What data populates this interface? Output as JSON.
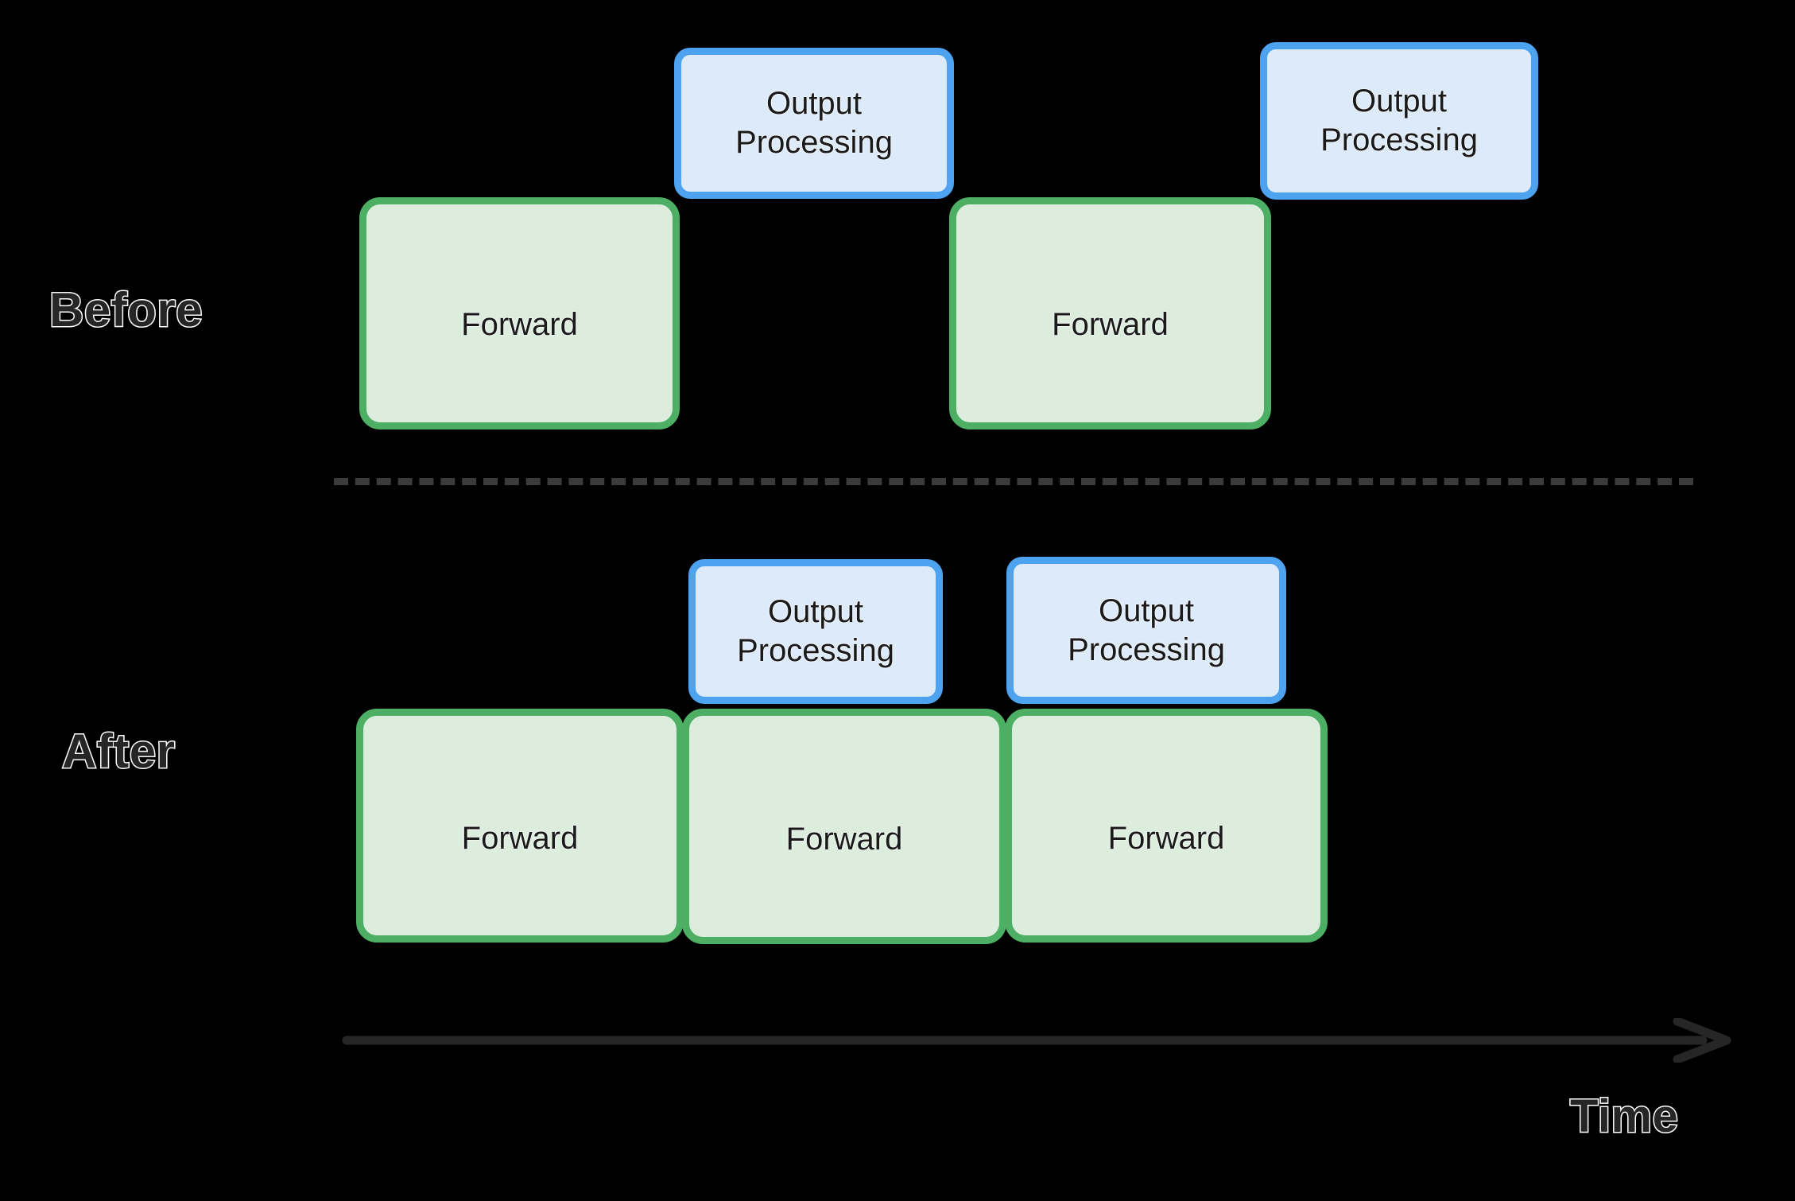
{
  "diagram": {
    "title": "Before and After output-processing overlap timeline",
    "background_color": "#000000",
    "labels": {
      "before": "Before",
      "after": "After",
      "time": "Time"
    },
    "colors": {
      "forward_fill": "#dcedde",
      "forward_border": "#4caf63",
      "output_fill": "#dceafa",
      "output_border": "#4da3f0",
      "divider": "#3b3b3b",
      "axis": "#262626",
      "label_text": "#262626",
      "label_outline": "#ffffff",
      "box_text": "#1a1a1a"
    },
    "rows": [
      {
        "id": "before",
        "label": "Before",
        "forward_blocks": [
          {
            "label": "Forward"
          },
          {
            "label": "Forward"
          }
        ],
        "output_blocks": [
          {
            "line1": "Output",
            "line2": "Processing"
          },
          {
            "line1": "Output",
            "line2": "Processing"
          }
        ]
      },
      {
        "id": "after",
        "label": "After",
        "forward_blocks": [
          {
            "label": "Forward"
          },
          {
            "label": "Forward"
          },
          {
            "label": "Forward"
          }
        ],
        "output_blocks": [
          {
            "line1": "Output",
            "line2": "Processing"
          },
          {
            "line1": "Output",
            "line2": "Processing"
          }
        ]
      }
    ],
    "axis": {
      "label": "Time",
      "direction": "right"
    }
  }
}
